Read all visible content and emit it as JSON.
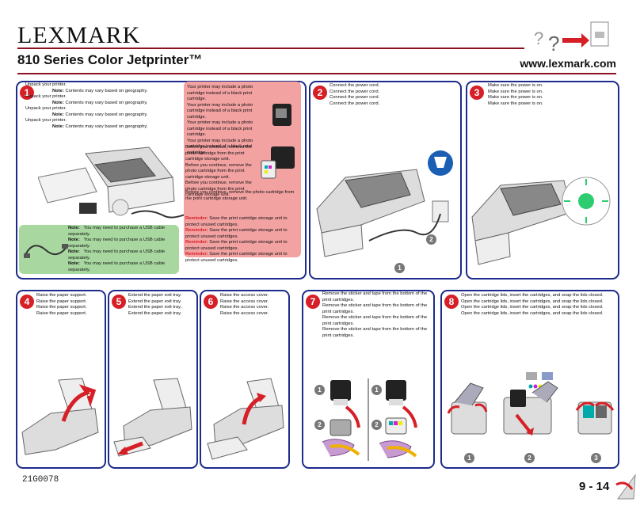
{
  "header": {
    "logo": "LEXMARK",
    "title": "810 Series Color Jetprinter™",
    "url": "www.lexmark.com"
  },
  "footer": {
    "code": "21G0078",
    "pages": "9 - 14"
  },
  "colors": {
    "accent": "#d61f26",
    "border": "#1c2b8c",
    "rule": "#8b1020",
    "pink": "#f3a2a2",
    "green": "#a8d8a0"
  },
  "steps": [
    {
      "num": "1",
      "lines": [
        "Unpack your printer.",
        "Unpack your printer.",
        "Unpack your printer.",
        "Unpack your printer."
      ],
      "notes": [
        {
          "label": "Note:",
          "text": "Contents may vary based on geography."
        },
        {
          "label": "Note:",
          "text": "Contents may vary based on geography."
        },
        {
          "label": "Note:",
          "text": "Contents may vary based on geography."
        },
        {
          "label": "Note:",
          "text": "Contents may vary based on geography."
        }
      ],
      "usb_notes": [
        {
          "label": "Note:",
          "text": "You may need to purchase a USB cable separately."
        },
        {
          "label": "Note:",
          "text": "You may need to purchase a USB cable separately."
        },
        {
          "label": "Note:",
          "text": "You may need to purchase a USB cable separately."
        },
        {
          "label": "Note:",
          "text": "You may need to purchase a USB cable separately."
        }
      ],
      "photo_lines": [
        "Your printer may include a photo cartridge instead of a black print cartridge.",
        "Your printer may include a photo cartridge instead of a black print cartridge.",
        "Your printer may include a photo cartridge instead of a black print cartridge.",
        "Your printer may include a photo cartridge instead of a black print cartridge."
      ],
      "remove_lines": [
        "Before you continue, remove the photo cartridge from the print cartridge storage unit.",
        "Before you continue, remove the photo cartridge from the print cartridge storage unit.",
        "Before you continue, remove the photo cartridge from the print cartridge storage unit.",
        "Before you continue, remove the photo cartridge from the print cartridge storage unit."
      ],
      "reminders": [
        {
          "label": "Reminder:",
          "text": "Save the print cartridge storage unit to protect unused cartridges."
        },
        {
          "label": "Reminder:",
          "text": "Save the print cartridge storage unit to protect unused cartridges."
        },
        {
          "label": "Reminder:",
          "text": "Save the print cartridge storage unit to protect unused cartridges."
        },
        {
          "label": "Reminder:",
          "text": "Save the print cartridge storage unit to protect unused cartridges."
        }
      ]
    },
    {
      "num": "2",
      "lines": [
        "Connect the power cord.",
        "Connect the power cord.",
        "Connect the power cord.",
        "Connect the power cord."
      ],
      "callouts": [
        "1",
        "2"
      ]
    },
    {
      "num": "3",
      "lines": [
        "Make sure the power is on.",
        "Make sure the power is on.",
        "Make sure the power is on.",
        "Make sure the power is on."
      ]
    },
    {
      "num": "4",
      "lines": [
        "Raise the paper support.",
        "Raise the paper support.",
        "Raise the paper support.",
        "Raise the paper support."
      ]
    },
    {
      "num": "5",
      "lines": [
        "Extend the paper exit tray.",
        "Extend the paper exit tray.",
        "Extend the paper exit tray.",
        "Extend the paper exit tray."
      ]
    },
    {
      "num": "6",
      "lines": [
        "Raise the access cover.",
        "Raise the access cover.",
        "Raise the access cover.",
        "Raise the access cover."
      ]
    },
    {
      "num": "7",
      "lines": [
        "Remove the sticker and tape from the bottom of the print cartridges.",
        "Remove the sticker and tape from the bottom of the print cartridges.",
        "Remove the sticker and tape from the bottom of the print cartridges.",
        "Remove the sticker and tape from the bottom of the print cartridges."
      ],
      "callouts": [
        "1",
        "2",
        "1",
        "2"
      ]
    },
    {
      "num": "8",
      "lines": [
        "Open the cartridge lids, insert the cartridges, and snap the lids closed.",
        "Open the cartridge lids, insert the cartridges, and snap the lids closed.",
        "Open the cartridge lids, insert the cartridges, and snap the lids closed.",
        "Open the cartridge lids, insert the cartridges, and snap the lids closed."
      ],
      "callouts": [
        "1",
        "2",
        "3"
      ]
    }
  ]
}
